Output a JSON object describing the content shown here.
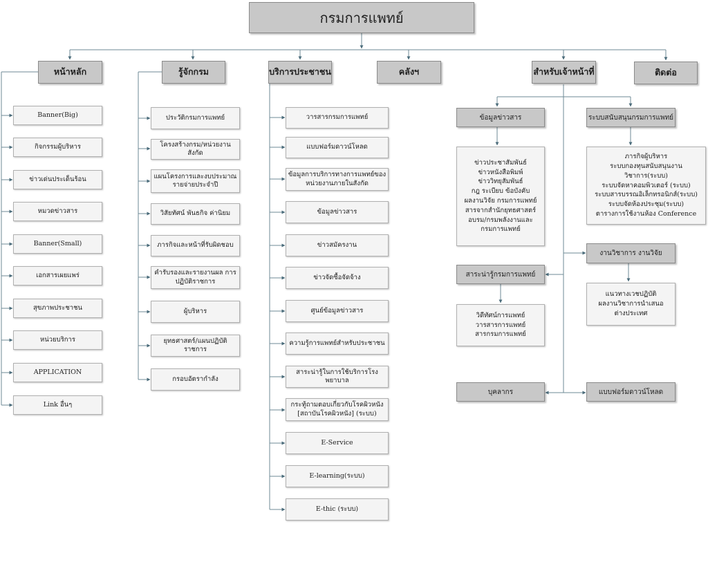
{
  "root": "กรมการแพทย์",
  "home": {
    "title": "หน้าหลัก",
    "items": [
      "Banner(Big)",
      "กิจกรรมผู้บริหาร",
      "ข่าวเด่นประเด็นร้อน",
      "หมวดข่าวสาร",
      "Banner(Small)",
      "เอกสารเผยแพร่",
      "สุขภาพประชาชน",
      "หน่วยบริการ",
      "APPLICATION",
      "Link อื่นๆ"
    ]
  },
  "about": {
    "title": "รู้จักกรม",
    "items": [
      "ประวัติกรมการแพทย์",
      "โครงสร้างกรม/หน่วยงานสังกัด",
      "แผนโครงการและงบประมาณ รายจ่ายประจำปี",
      "วิสัยทัศน์ พันธกิจ ค่านิยม",
      "ภารกิจและหน้าที่รับผิดชอบ",
      "คำรับรองและรายงานผล การปฏิบัติราชการ",
      "ผู้บริหาร",
      "ยุทธศาสตร์/แผนปฏิบัติราชการ",
      "กรอบอัตรากำลัง"
    ]
  },
  "public": {
    "title": "บริการประชาชน",
    "items": [
      "วารสารกรมการแพทย์",
      "แบบฟอร์มดาวน์โหลด",
      "ข้อมูลการบริการทางการแพทย์ของ หน่วยงานภายในสังกัด",
      "ข้อมูลข่าวสาร",
      "ข่าวสมัครงาน",
      "ข่าวจัดซื้อจัดจ้าง",
      "ศูนย์ข้อมูลข่าวสาร",
      "ความรู้การแพทย์สำหรับประชาชน",
      "สาระน่ารู้ในการใช้บริการโรงพยาบาล",
      "กระทู้ถามตอบเกี่ยวกับโรคผิวหนัง [สถาบันโรคผิวหนัง] (ระบบ)",
      "E-Service",
      "E-learning(ระบบ)",
      "E-thic (ระบบ)"
    ]
  },
  "archive": {
    "title": "คลังฯ"
  },
  "staff": {
    "title": "สำหรับเจ้าหน้าที่",
    "news": {
      "title": "ข้อมูลข่าวสาร",
      "items": [
        "ข่าวประชาสัมพันธ์",
        "ข่าวหนังสือพิมพ์",
        "ข่าววิทยุสัมพันธ์",
        "กฎ ระเบียบ ข้อบังคับ",
        "ผลงานวิจัย กรมการแพทย์",
        "สารจากสำนักยุทธศาสตร์",
        "อบรม/กรมพลังงานและ",
        "กรมการแพทย์"
      ]
    },
    "support": {
      "title": "ระบบสนับสนุนกรมการแพทย์",
      "items": [
        "ภารกิจผู้บริหาร",
        "ระบบกองทุนสนับสนุนงานวิชาการ(ระบบ)",
        "ระบบจัดหาคอมพิวเตอร์ (ระบบ)",
        "ระบบสารบรรณอิเล็กทรอนิกส์(ระบบ)",
        "ระบบจัดห้องประชุม(ระบบ)",
        "ตารางการใช้งานห้อง Conference"
      ]
    },
    "knowledge": {
      "title": "สาระน่ารู้กรมการแพทย์",
      "items": [
        "วิดีทัศน์การแพทย์",
        "วารสารการแพทย์",
        "สารกรมการแพทย์"
      ]
    },
    "research": {
      "title": "งานวิชาการ งานวิจัย",
      "items": [
        "แนวทางเวชปฏิบัติ",
        "ผลงานวิชาการนำเสนอ",
        "ต่างประเทศ"
      ]
    },
    "personnel": {
      "title": "บุคลากร"
    },
    "forms": {
      "title": "แบบฟอร์มดาวน์โหลด"
    }
  },
  "contact": {
    "title": "ติดต่อ"
  }
}
